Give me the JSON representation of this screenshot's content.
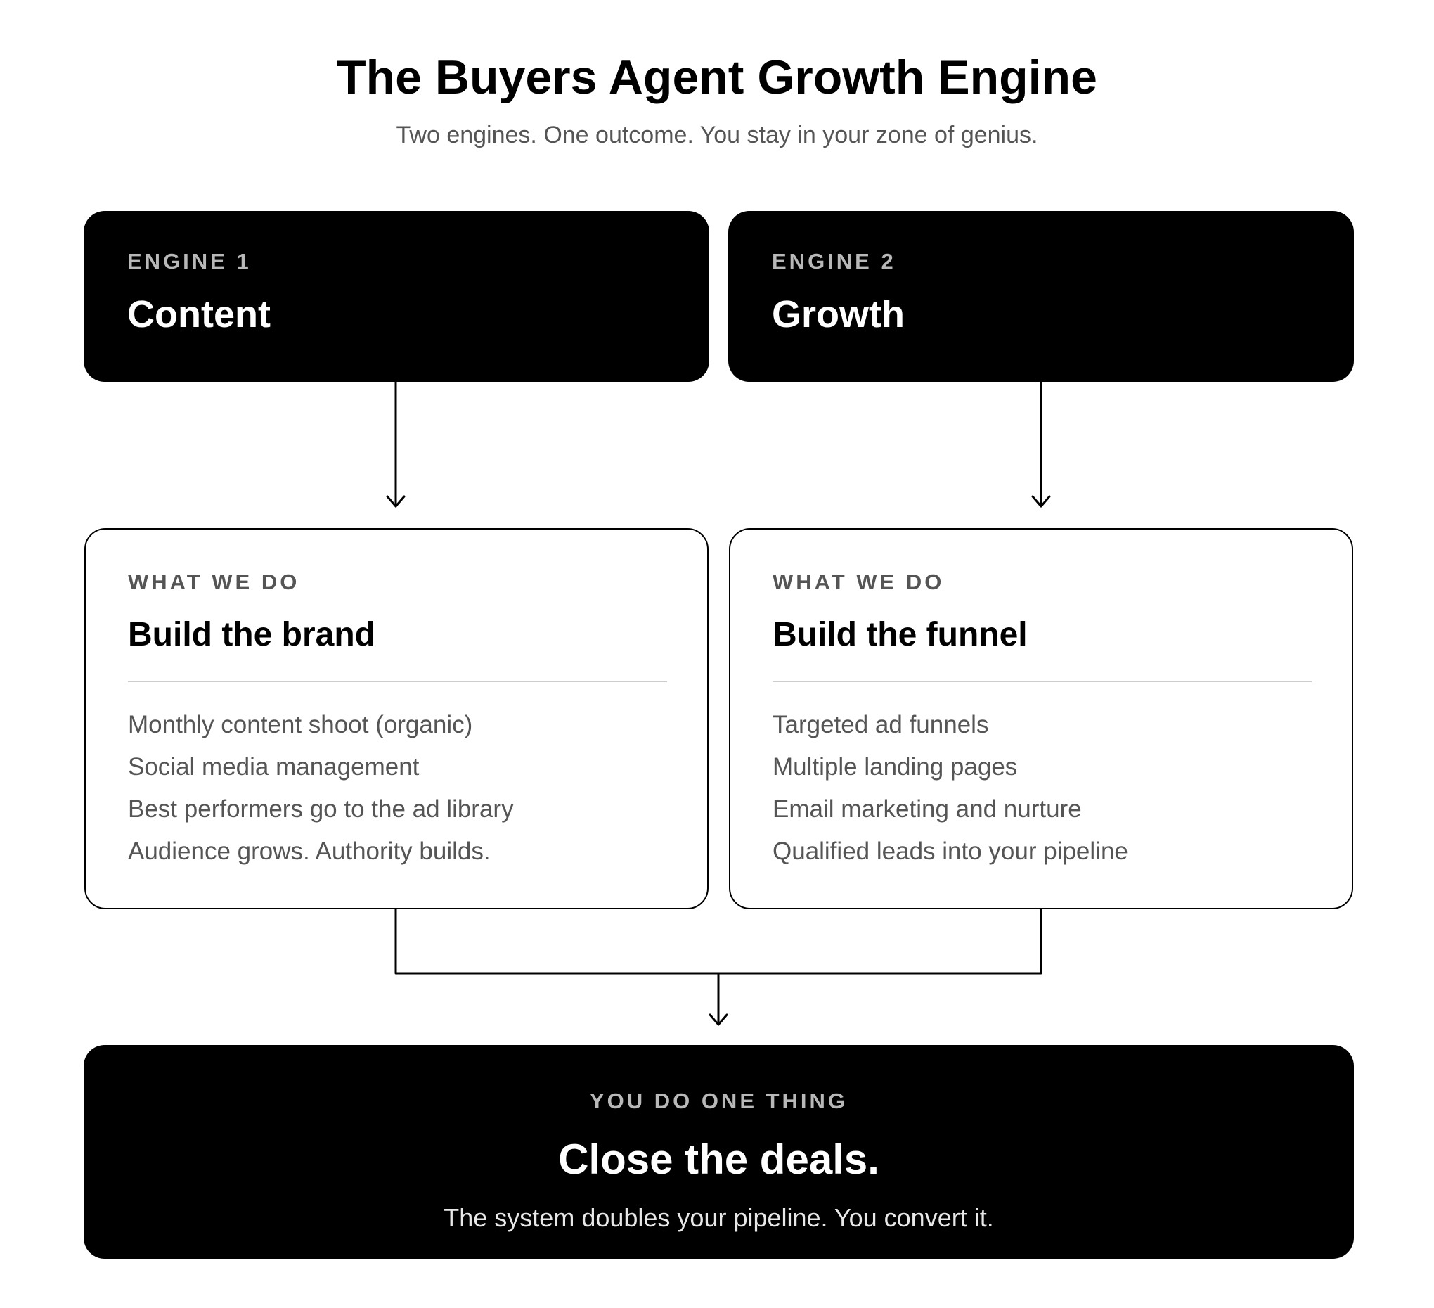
{
  "header": {
    "title": "The Buyers Agent Growth Engine",
    "subtitle": "Two engines. One outcome. You stay in your zone of genius."
  },
  "engines": [
    {
      "kicker": "ENGINE 1",
      "name": "Content",
      "card": {
        "kicker": "WHAT WE DO",
        "heading": "Build the brand",
        "items": [
          "Monthly content shoot (organic)",
          "Social media management",
          "Best performers go to the ad library",
          "Audience grows. Authority builds."
        ]
      }
    },
    {
      "kicker": "ENGINE 2",
      "name": "Growth",
      "card": {
        "kicker": "WHAT WE DO",
        "heading": "Build the funnel",
        "items": [
          "Targeted ad funnels",
          "Multiple landing pages",
          "Email marketing and nurture",
          "Qualified leads into your pipeline"
        ]
      }
    }
  ],
  "outcome": {
    "kicker": "YOU DO ONE THING",
    "headline": "Close the deals.",
    "note": "The system doubles your pipeline. You convert it."
  },
  "colors": {
    "dark_fill": "#000000",
    "muted_text": "#555555",
    "kicker_on_dark": "#b8b8b8",
    "divider": "#cccccc"
  }
}
